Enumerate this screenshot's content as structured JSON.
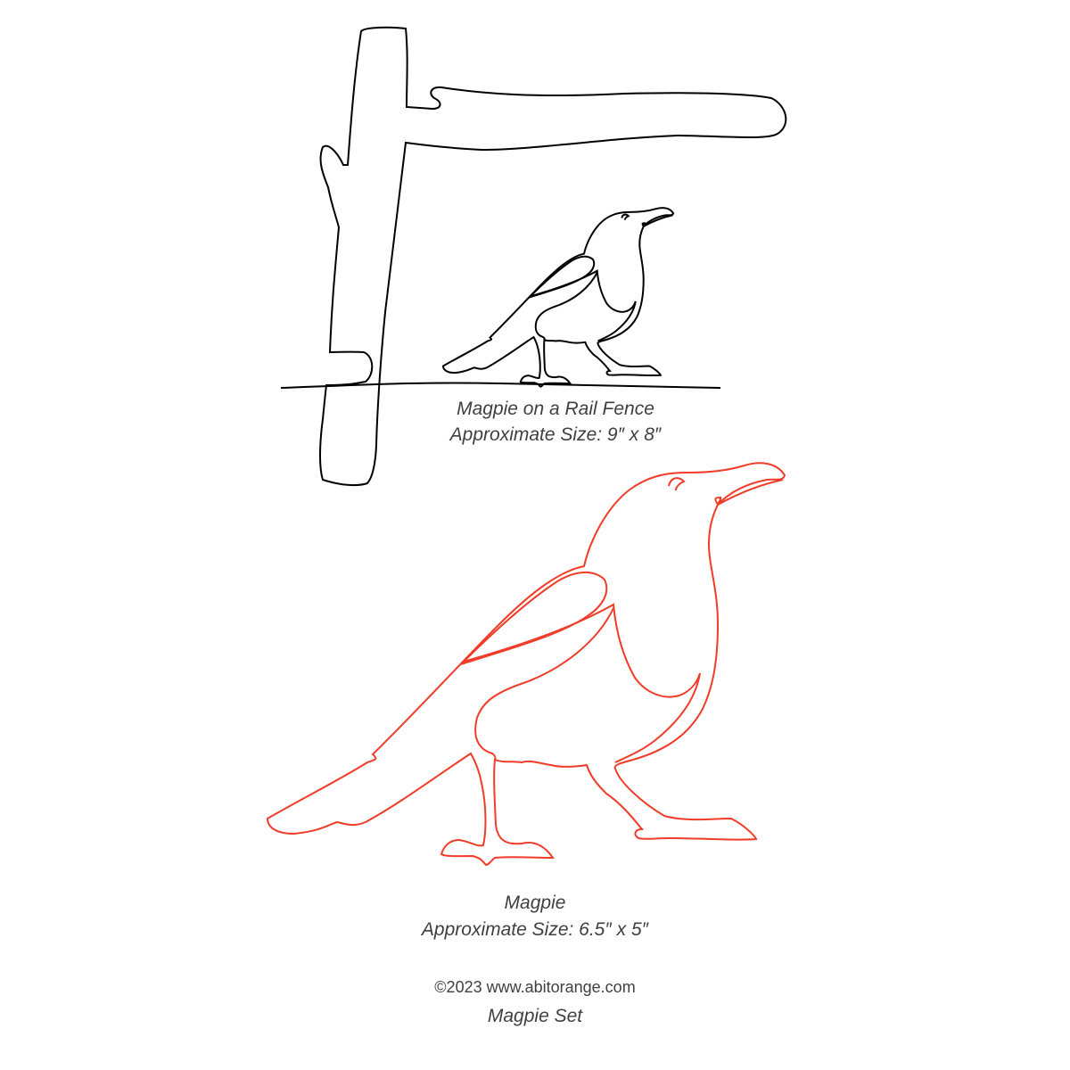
{
  "pattern_1": {
    "title": "Magpie on a Rail Fence",
    "size": "Approximate Size: 9″ x 8″",
    "line_color": "#000000"
  },
  "pattern_2": {
    "title": "Magpie",
    "size": "Approximate Size: 6.5″ x 5″",
    "line_color": "#f03c28"
  },
  "footer": {
    "copyright": "©2023 www.abitorange.com",
    "set_name": "Magpie Set"
  }
}
